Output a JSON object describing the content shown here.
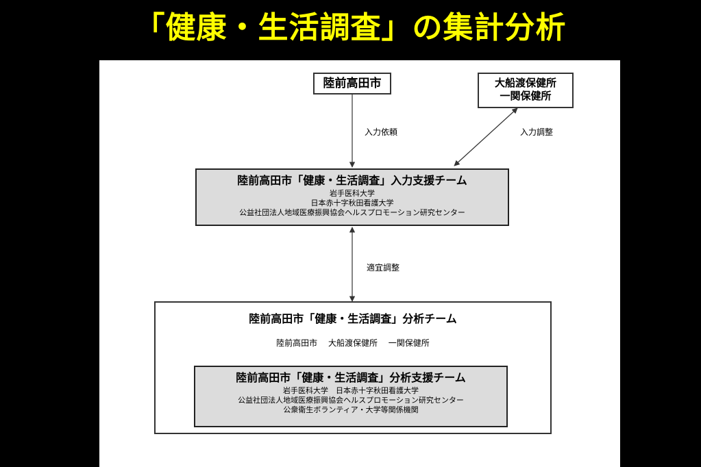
{
  "slide_title": "「健康・生活調査」の集計分析",
  "nodes": {
    "rikuzentakata": "陸前高田市",
    "health_centers": [
      "大船渡保健所",
      "一関保健所"
    ],
    "input_team": {
      "title": "陸前高田市「健康・生活調査」入力支援チーム",
      "members": [
        "岩手医科大学",
        "日本赤十字秋田看護大学",
        "公益社団法人地域医療振興協会ヘルスプロモーション研究センター"
      ]
    },
    "analysis_team": {
      "title": "陸前高田市「健康・生活調査」分析チーム",
      "members_line": "陸前高田市　 大船渡保健所　 一関保健所",
      "support_team": {
        "title": "陸前高田市「健康・生活調査」分析支援チーム",
        "members": [
          "岩手医科大学　日本赤十字秋田看護大学",
          "公益社団法人地域医療振興協会ヘルスプロモーション研究センター",
          "公衆衛生ボランティア・大学等関係機関"
        ]
      }
    }
  },
  "edges": {
    "input_request": "入力依頼",
    "input_adjust": "入力調整",
    "adjust_as_needed": "適宜調整"
  }
}
